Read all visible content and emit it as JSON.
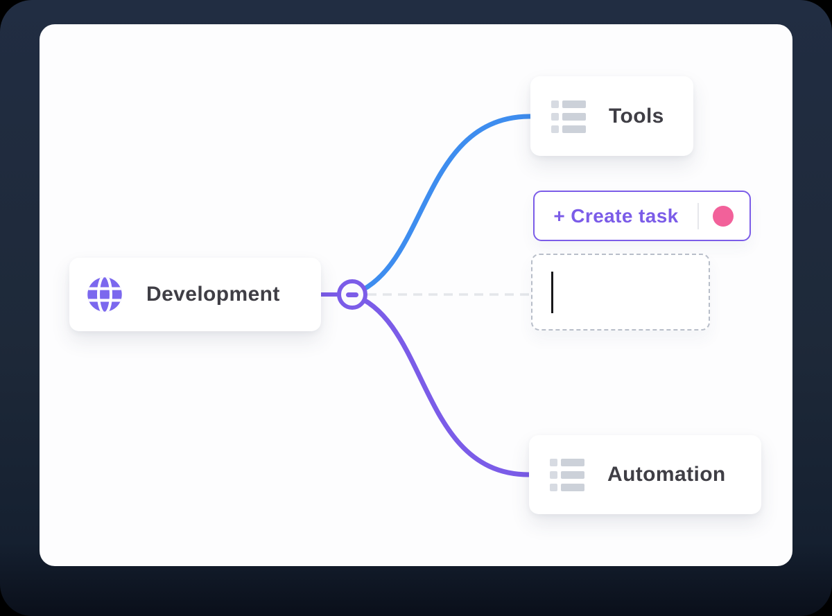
{
  "colors": {
    "frame_navy": "#1f2a3e",
    "panel_white": "#fdfdfe",
    "accent_purple": "#7b5ce8",
    "globe_purple": "#7b68ee",
    "link_blue": "#3e8def",
    "status_pink": "#f2619a",
    "dashed_connector": "#e4e6ea",
    "input_dash_border": "#b8bec9",
    "node_text": "#3f3e45",
    "list_icon_square": "#d7dbe2",
    "list_icon_bar": "#ccd1d9"
  },
  "mindmap": {
    "root_node": {
      "label": "Development",
      "icon": "globe-icon"
    },
    "collapse_toggle": {
      "state": "expanded",
      "symbol": "minus"
    },
    "child_nodes": [
      {
        "label": "Tools",
        "icon": "list-icon",
        "connector": "blue"
      },
      {
        "label": "Automation",
        "icon": "list-icon",
        "connector": "purple"
      }
    ],
    "create_task_button": {
      "label": "+ Create task"
    },
    "new_node_input": {
      "value": "",
      "state": "editing-empty"
    }
  }
}
